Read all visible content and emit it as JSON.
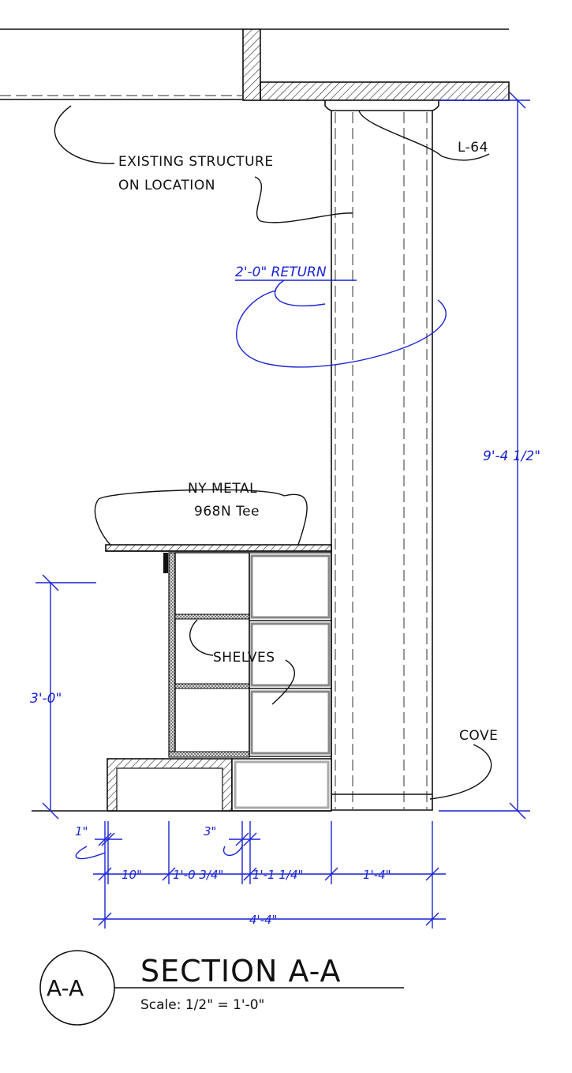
{
  "notes": {
    "existing_structure_line1": "EXISTING STRUCTURE",
    "existing_structure_line2": "ON LOCATION",
    "fixture": "L-64",
    "return": "2'-0\" RETURN",
    "metal_line1": "NY METAL",
    "metal_line2": "968N Tee",
    "shelves": "SHELVES",
    "cove": "COVE"
  },
  "dimensions": {
    "overall_height": "9'-4 1/2\"",
    "counter_height": "3'-0\"",
    "d1": "1\"",
    "d3": "3\"",
    "seg1": "10\"",
    "seg2": "1'-0 3/4\"",
    "seg3": "1'-1 1/4\"",
    "seg4": "1'-4\"",
    "overall_width": "4'-4\""
  },
  "title_block": {
    "tag": "A-A",
    "title": "SECTION A-A",
    "scale": "Scale: 1/2\" = 1'-0\""
  },
  "colors": {
    "dimension": "#1a24d4",
    "linework": "#111111"
  }
}
